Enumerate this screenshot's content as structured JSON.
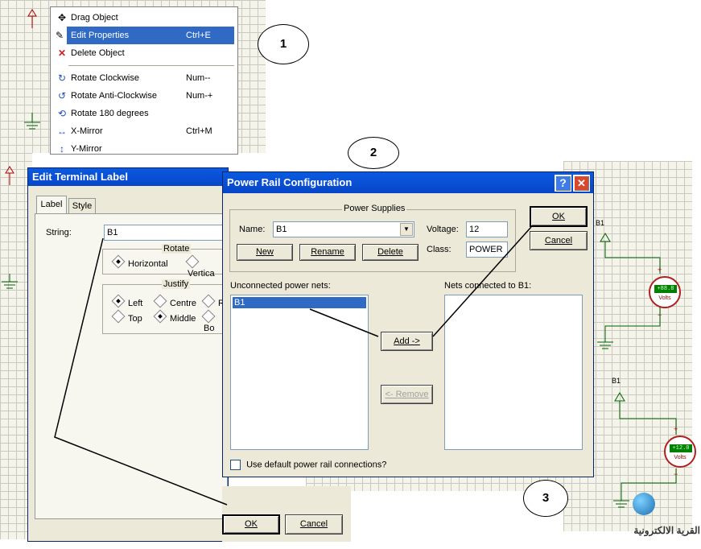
{
  "context_menu": {
    "items": [
      {
        "icon": "move-icon",
        "label": "Drag Object",
        "shortcut": ""
      },
      {
        "icon": "edit-icon",
        "label": "Edit Properties",
        "shortcut": "Ctrl+E"
      },
      {
        "icon": "delete-icon",
        "label": "Delete Object",
        "shortcut": ""
      },
      {
        "icon": "rotate-cw-icon",
        "label": "Rotate Clockwise",
        "shortcut": "Num--"
      },
      {
        "icon": "rotate-ccw-icon",
        "label": "Rotate Anti-Clockwise",
        "shortcut": "Num-+"
      },
      {
        "icon": "rotate-180-icon",
        "label": "Rotate 180 degrees",
        "shortcut": ""
      },
      {
        "icon": "x-mirror-icon",
        "label": "X-Mirror",
        "shortcut": "Ctrl+M"
      },
      {
        "icon": "y-mirror-icon",
        "label": "Y-Mirror",
        "shortcut": ""
      }
    ],
    "selected_color": "#316ac5"
  },
  "callouts": {
    "one": "1",
    "two": "2",
    "three": "3"
  },
  "terminal_dialog": {
    "title": "Edit Terminal Label",
    "tabs": [
      "Label",
      "Style"
    ],
    "string_label": "String:",
    "string_value": "B1",
    "rotate": {
      "label": "Rotate",
      "options": [
        "Horizontal",
        "Vertica"
      ],
      "selected": "Horizontal"
    },
    "justify": {
      "label": "Justify",
      "row1": [
        "Left",
        "Centre",
        "Ri"
      ],
      "row2": [
        "Top",
        "Middle",
        "Bo"
      ],
      "selected": [
        "Left",
        "Middle"
      ]
    },
    "ok": "OK",
    "cancel": "Cancel"
  },
  "power_dialog": {
    "title": "Power Rail Configuration",
    "supplies_label": "Power Supplies",
    "name_label": "Name:",
    "name_value": "B1",
    "voltage_label": "Voltage:",
    "voltage_value": "12",
    "class_label": "Class:",
    "class_value": "POWER",
    "buttons": {
      "new": "New",
      "rename": "Rename",
      "delete": "Delete",
      "ok": "OK",
      "cancel": "Cancel",
      "add": "Add ->",
      "remove": "<- Remove"
    },
    "unconnected_label": "Unconnected power nets:",
    "unconnected_items": [
      "B1"
    ],
    "connected_label": "Nets connected to B1:",
    "checkbox_label": "Use default power rail connections?",
    "help_glyph": "?",
    "close_glyph": "✕"
  },
  "schematic": {
    "label_top": "B1",
    "label_bottom": "B1",
    "meter_top": {
      "display": "+88.8",
      "unit": "Volts"
    },
    "meter_bottom": {
      "display": "+12.0",
      "unit": "Volts"
    },
    "plus": "+",
    "minus": "−"
  },
  "watermark": {
    "text": "القرية الالكترونية"
  }
}
